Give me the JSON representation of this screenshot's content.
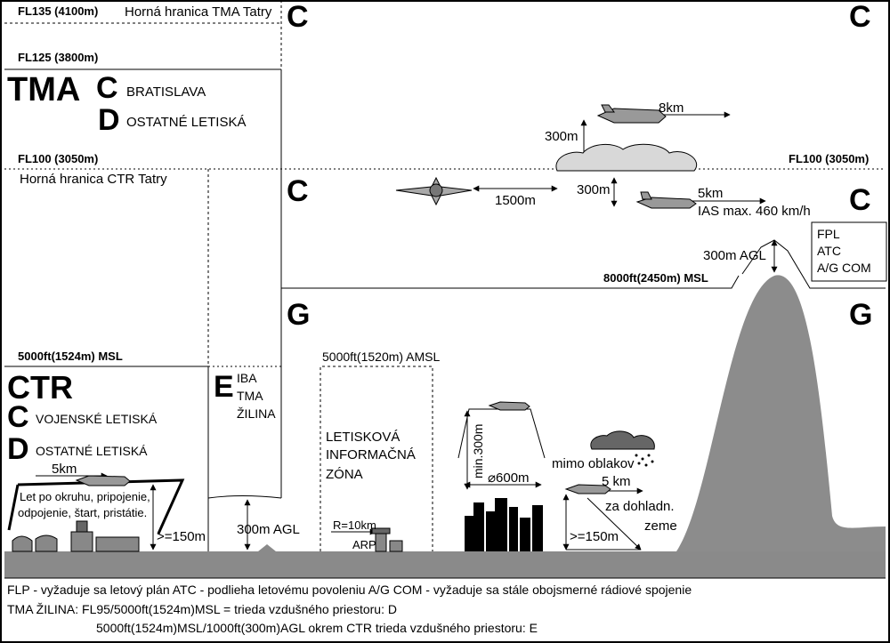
{
  "levels": {
    "fl135": "FL135 (4100m)",
    "fl135_desc": "Horná hranica TMA Tatry",
    "fl125": "FL125 (3800m)",
    "fl100_left": "FL100 (3050m)",
    "fl100_desc": "Horná hranica CTR Tatry",
    "fl100_right": "FL100 (3050m)",
    "ft8000": "8000ft(2450m) MSL",
    "ft5000": "5000ft(1524m) MSL",
    "ft5000_amsl": "5000ft(1520m) AMSL"
  },
  "classes": {
    "c_top_left": "C",
    "c_top_right": "C",
    "c_mid_left": "C",
    "c_mid_right": "C",
    "g_left": "G",
    "g_right": "G",
    "e": "E"
  },
  "tma": {
    "title": "TMA",
    "c_letter": "C",
    "c_text": "BRATISLAVA",
    "d_letter": "D",
    "d_text": "OSTATNÉ LETISKÁ"
  },
  "ctr": {
    "title": "CTR",
    "c_letter": "C",
    "c_text": "VOJENSKÉ LETISKÁ",
    "d_letter": "D",
    "d_text": "OSTATNÉ LETISKÁ"
  },
  "e_zone": {
    "line1": "IBA",
    "line2": "TMA",
    "line3": "ŽILINA"
  },
  "annotations": {
    "vis_8km": "8km",
    "sep_300_top": "300m",
    "sep_1500": "1500m",
    "sep_300_mid": "300m",
    "vis_5km": "5km",
    "ias": "IAS max. 460 km/h",
    "agl_300_mountain": "300m AGL",
    "ctr_5km": "5km",
    "circuit_text_1": "Let po okruhu, pripojenie,",
    "circuit_text_2": "odpojenie, štart, pristátie.",
    "gte_150_ctr": ">=150m",
    "agl_300_e": "300m AGL",
    "fiz_1": "LETISKOVÁ",
    "fiz_2": "INFORMAČNÁ",
    "fiz_3": "ZÓNA",
    "radius": "R=10km",
    "arp": "ARP",
    "min300": "min.300m",
    "diam600": "600m",
    "clouds_free": "mimo oblakov",
    "vis_5km_g": "5 km",
    "ground_vis_1": "za dohladn.",
    "ground_vis_2": "zeme",
    "gte_150_g": ">=150m"
  },
  "legend_box": {
    "line1": "FPL",
    "line2": "ATC",
    "line3": "A/G COM"
  },
  "footer": {
    "line1": "FLP - vyžaduje sa letový plán   ATC - podlieha letovému povoleniu   A/G COM - vyžaduje sa stále obojsmerné rádiové spojenie",
    "line2": "TMA ŽILINA: FL95/5000ft(1524m)MSL = trieda vzdušného priestoru: D",
    "line3": "5000ft(1524m)MSL/1000ft(300m)AGL okrem CTR trieda vzdušného priestoru: E"
  },
  "colors": {
    "ground": "#8a8a8a",
    "mountain": "#8c8c8c",
    "line": "#000000",
    "cloud": "#d8d8d8"
  }
}
